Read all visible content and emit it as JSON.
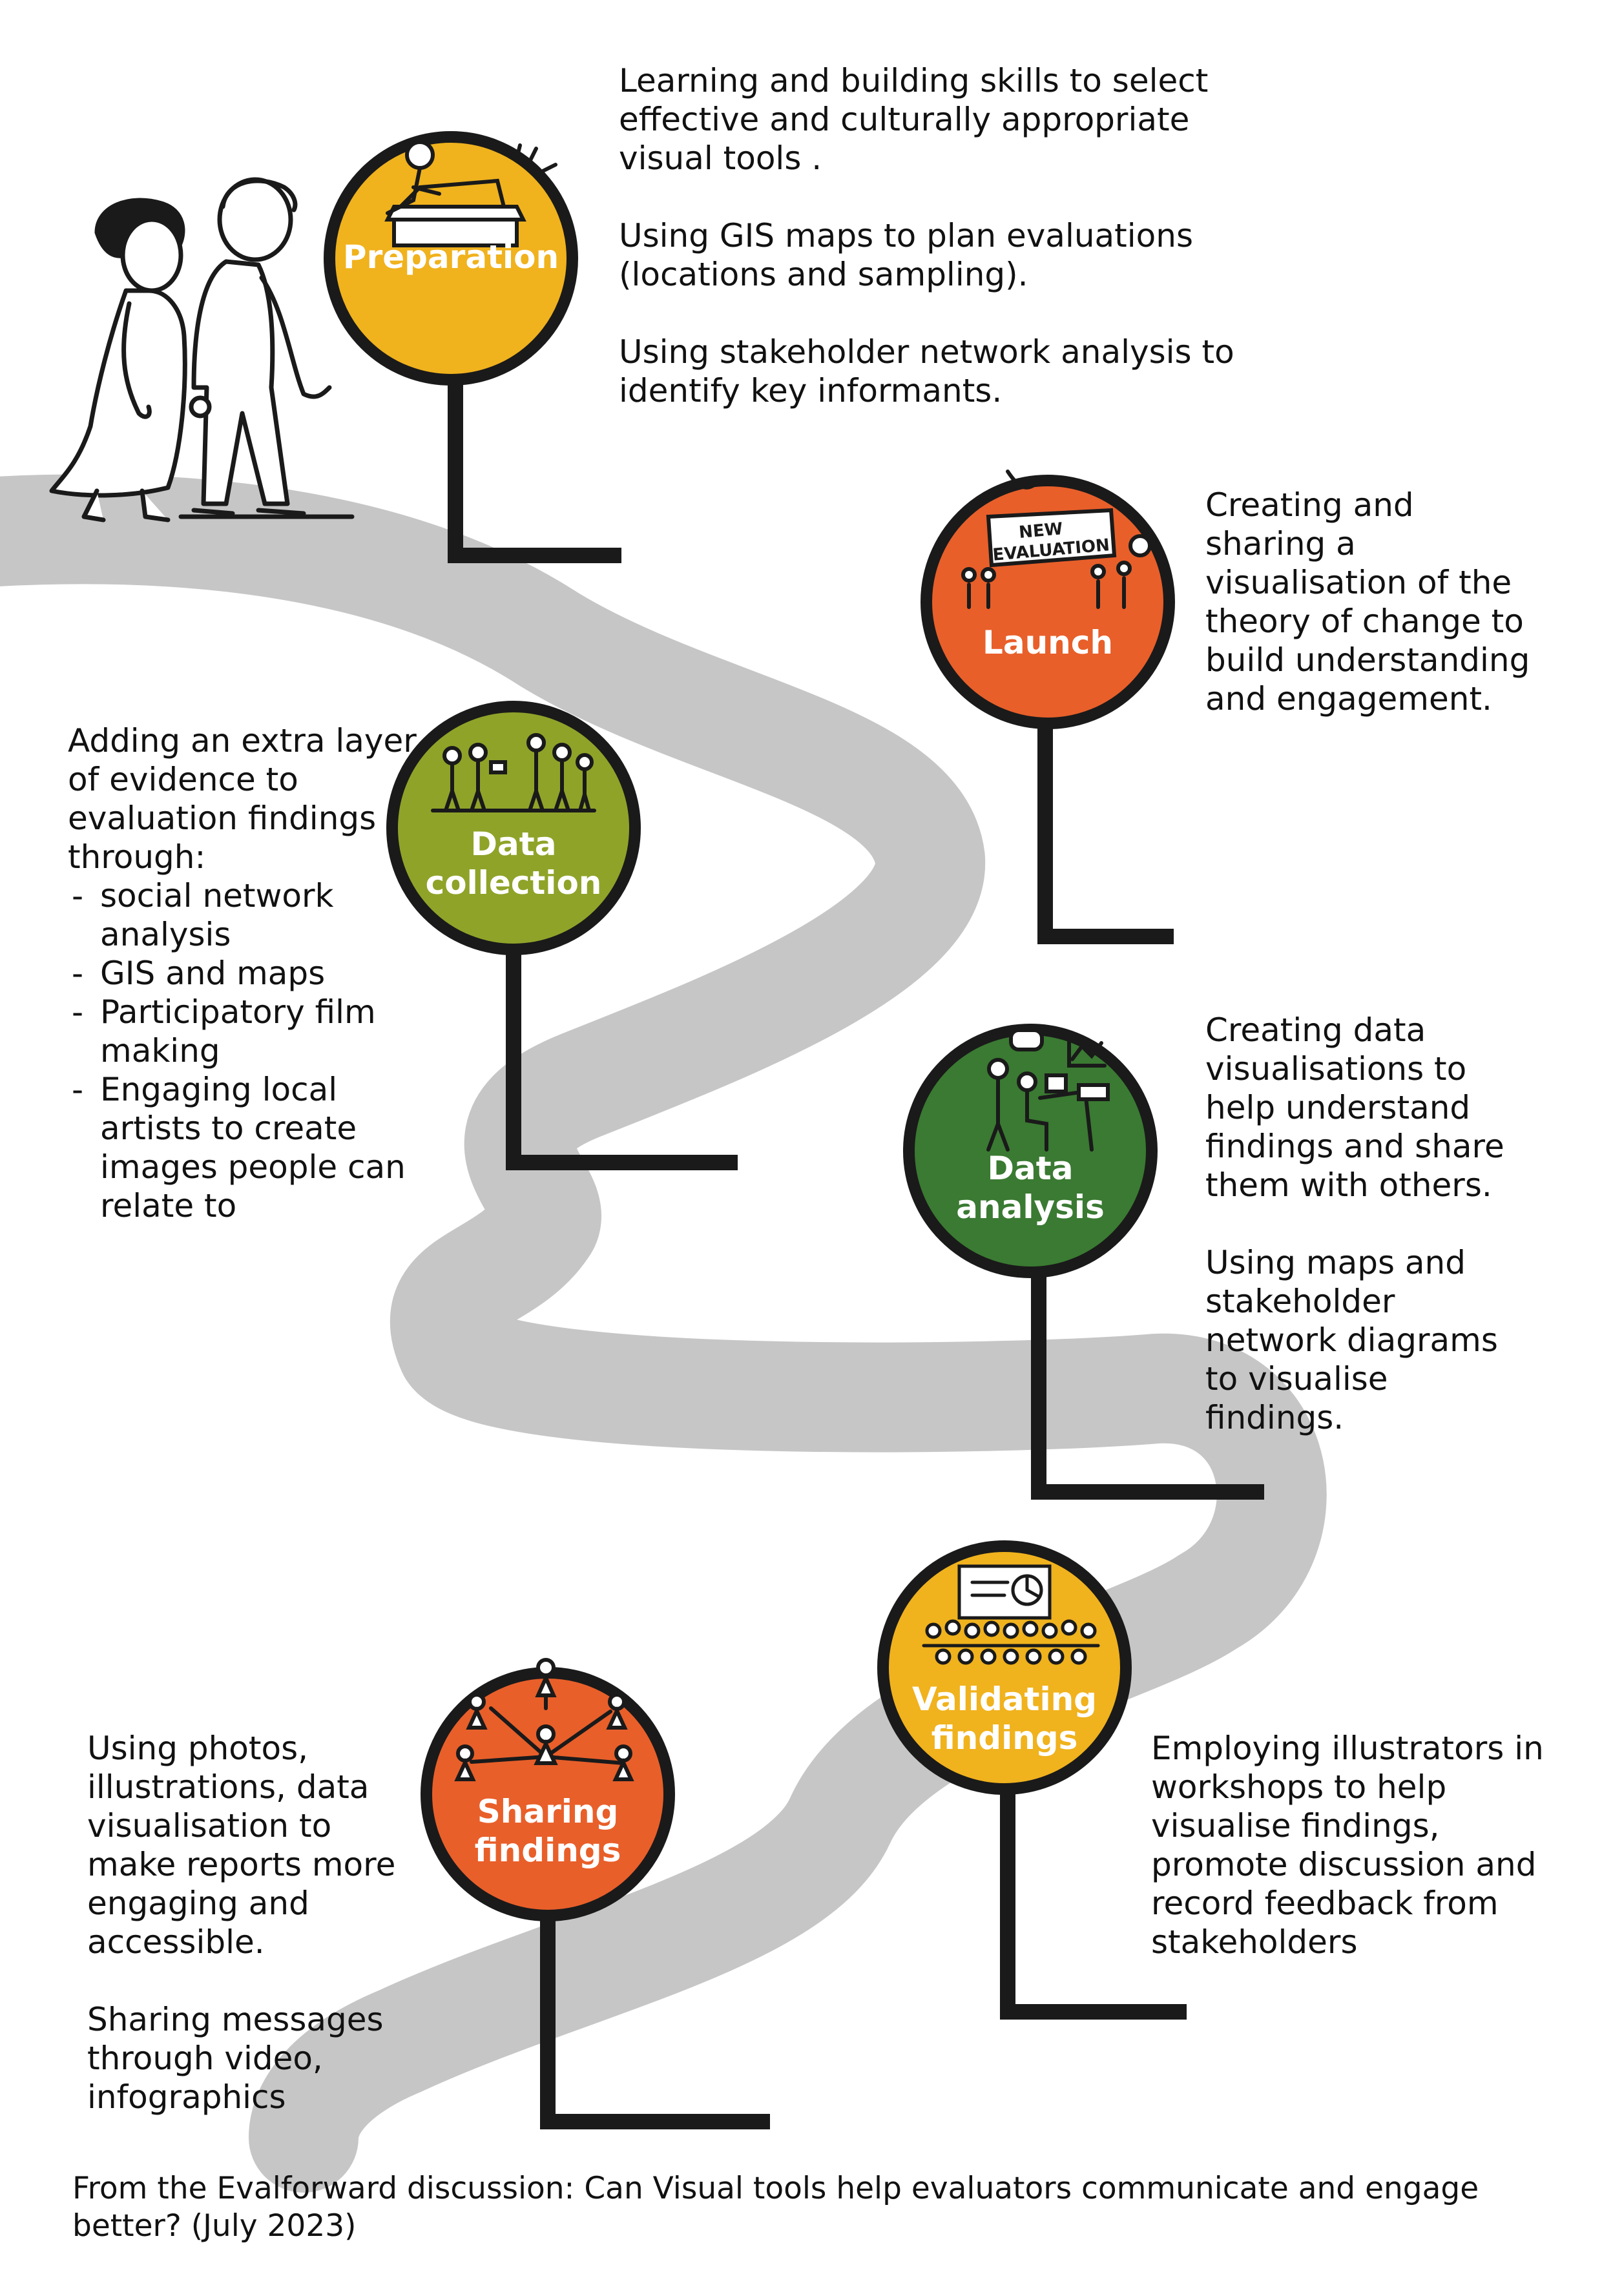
{
  "stages": [
    {
      "id": "preparation",
      "label_lines": [
        "Preparation"
      ],
      "color": "#F0B21D",
      "text": [
        "Learning and building skills to select effective and culturally appropriate visual tools .",
        "Using GIS maps to plan evaluations (locations and sampling).",
        "Using stakeholder network analysis to identify  key informants."
      ]
    },
    {
      "id": "launch",
      "label_lines": [
        "Launch"
      ],
      "color": "#E85F2A",
      "banner": [
        "NEW",
        "EVALUATION"
      ],
      "text": [
        "Creating and sharing a visualisation of the theory of change to build understanding and engagement."
      ]
    },
    {
      "id": "data-collection",
      "label_lines": [
        "Data",
        "collection"
      ],
      "color": "#8FA329",
      "intro": "Adding an extra layer of evidence to evaluation findings through:",
      "items": [
        "social network analysis",
        "GIS and maps",
        "Participatory film making",
        "Engaging local artists to create images people can relate to"
      ]
    },
    {
      "id": "data-analysis",
      "label_lines": [
        "Data",
        "analysis"
      ],
      "color": "#3A7A32",
      "text": [
        "Creating data visualisations to help understand findings and share them with others.",
        "Using maps and stakeholder network diagrams to visualise findings."
      ]
    },
    {
      "id": "validating-findings",
      "label_lines": [
        "Validating",
        "findings"
      ],
      "color": "#F0B21D",
      "text": [
        "Employing illustrators in workshops to help visualise findings, promote discussion and record feedback from stakeholders"
      ]
    },
    {
      "id": "sharing-findings",
      "label_lines": [
        "Sharing",
        "findings"
      ],
      "color": "#E85F2A",
      "text": [
        "Using photos, illustrations, data visualisation to make reports more engaging and accessible.",
        "Sharing messages through video, infographics"
      ]
    }
  ],
  "road_color": "#C6C6C6",
  "source_note": "From the Evalforward discussion: Can Visual tools help evaluators communicate and engage better?  (July 2023)"
}
